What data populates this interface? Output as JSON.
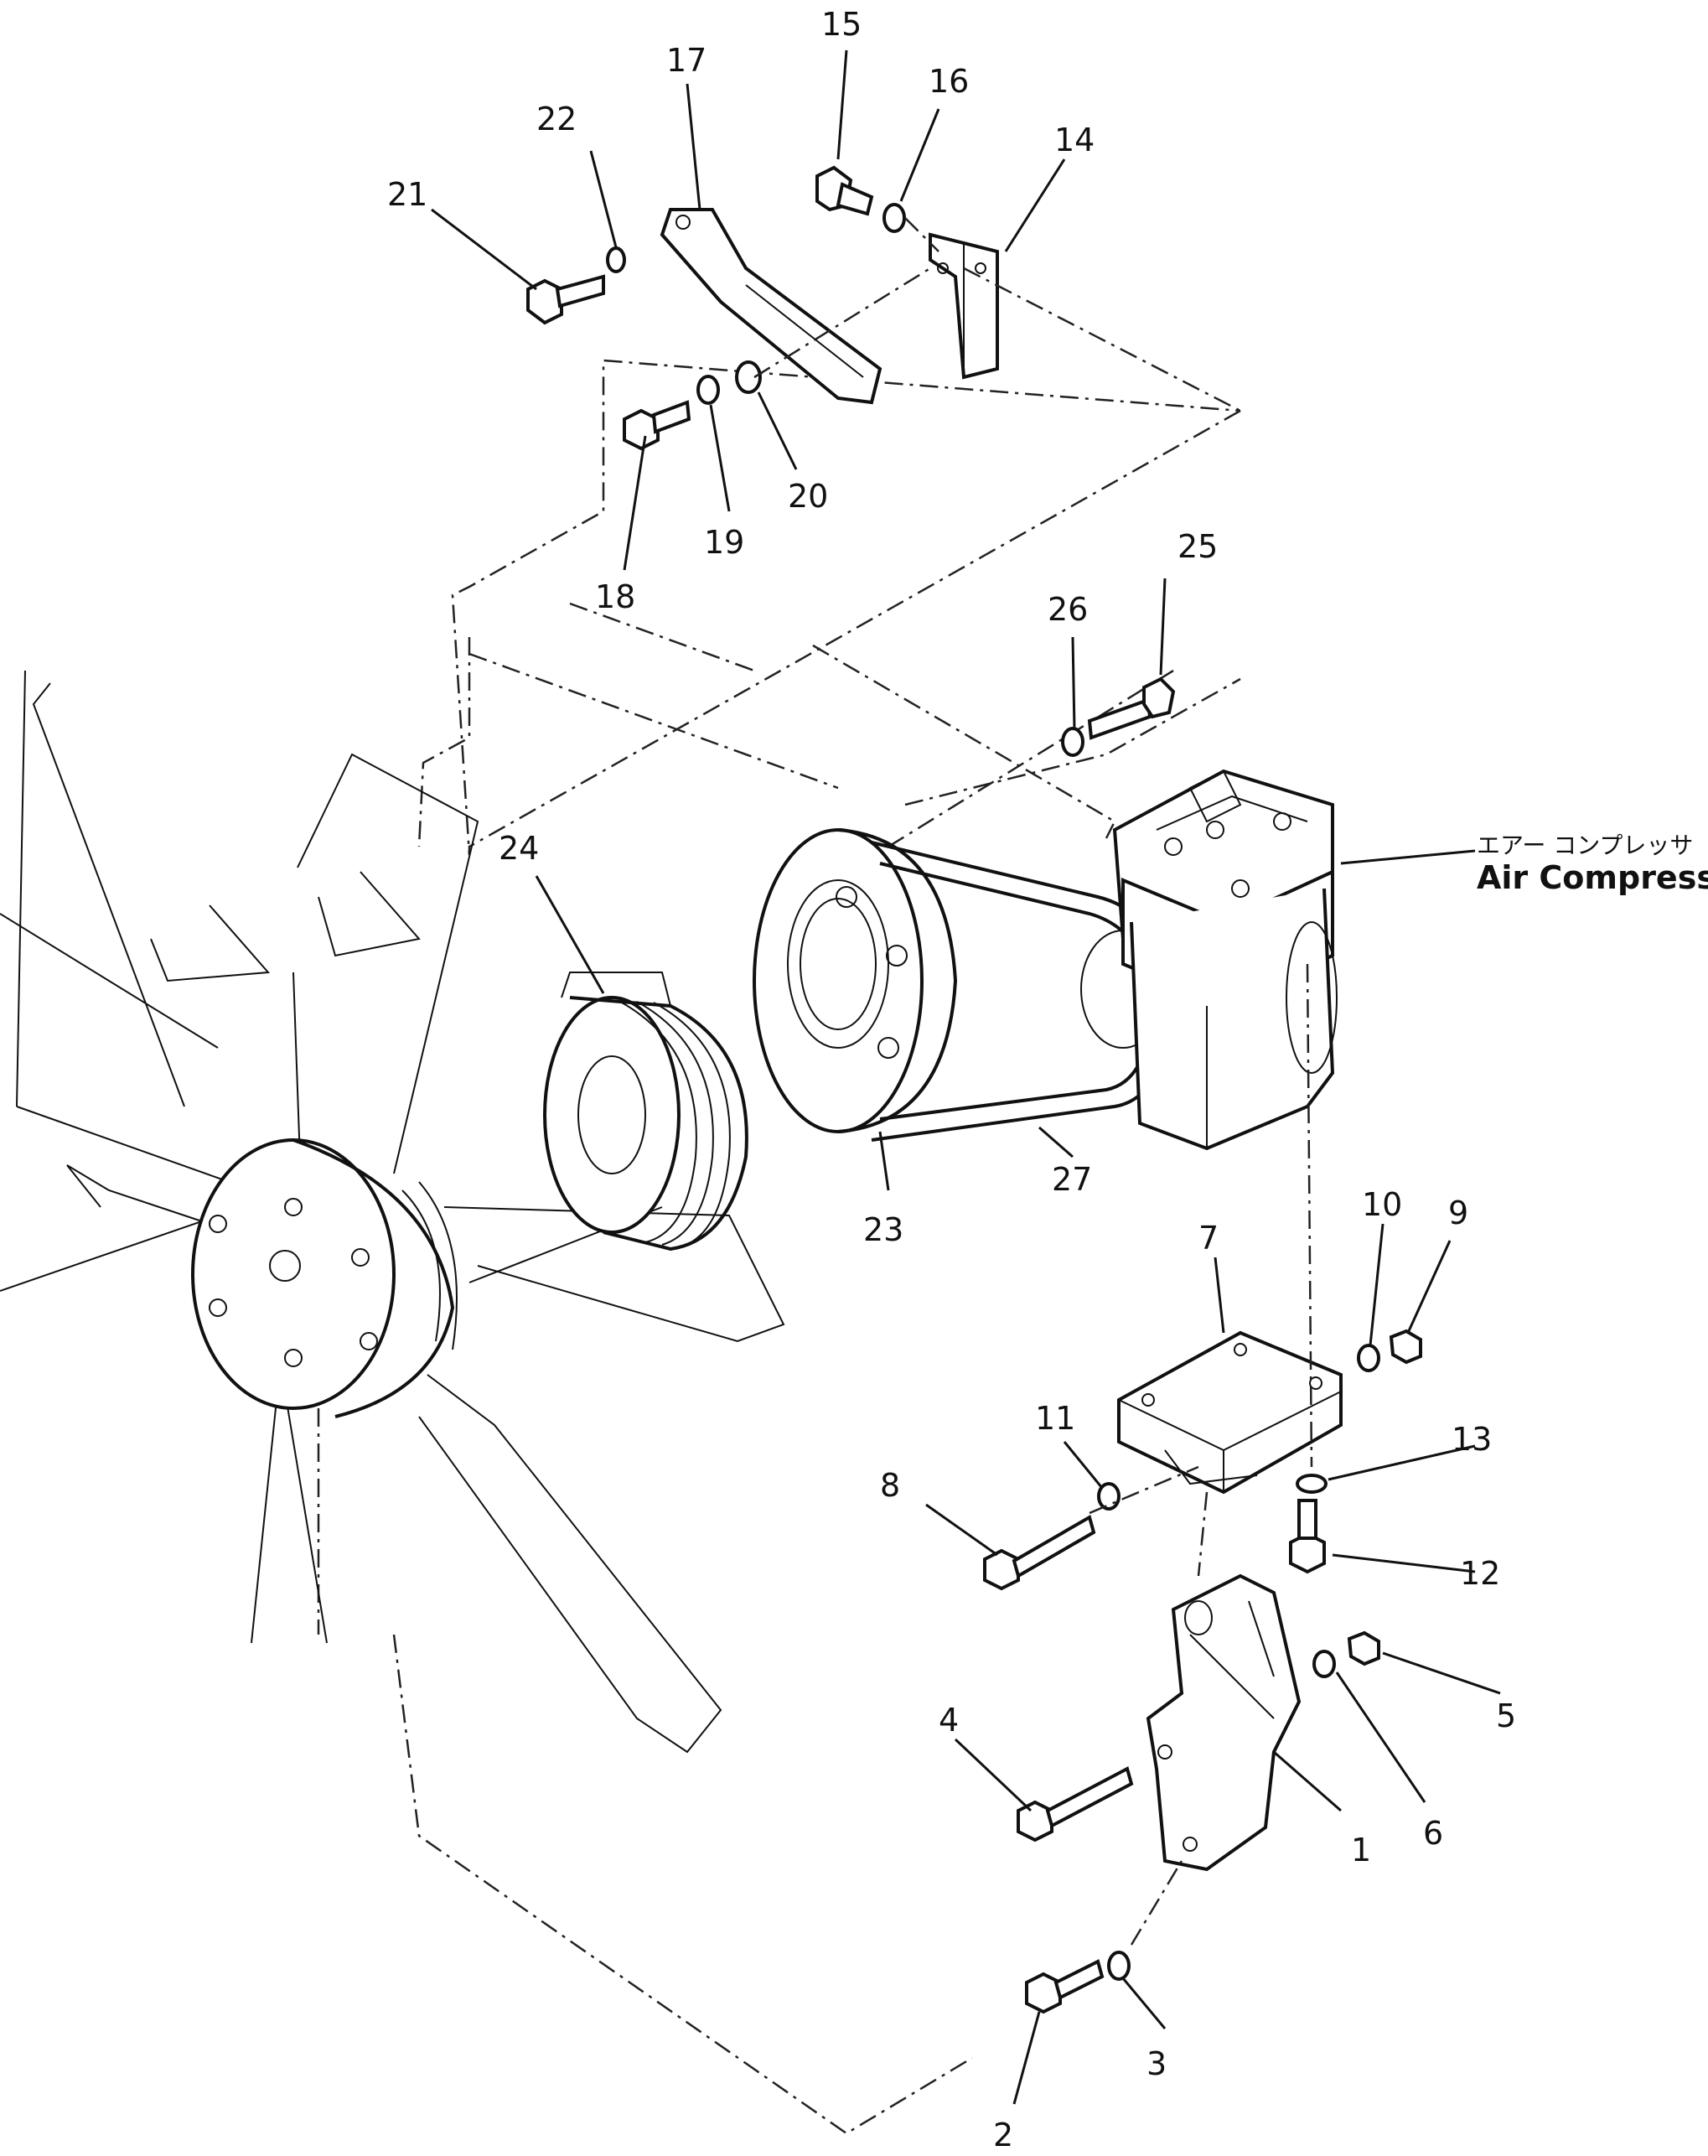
{
  "diagram": {
    "callouts": {
      "p1": "1",
      "p2": "2",
      "p3": "3",
      "p4": "4",
      "p5": "5",
      "p6": "6",
      "p7": "7",
      "p8": "8",
      "p9": "9",
      "p10": "10",
      "p11": "11",
      "p12": "12",
      "p13": "13",
      "p14": "14",
      "p15": "15",
      "p16": "16",
      "p17": "17",
      "p18": "18",
      "p19": "19",
      "p20": "20",
      "p21": "21",
      "p22": "22",
      "p23": "23",
      "p24": "24",
      "p25": "25",
      "p26": "26",
      "p27": "27"
    },
    "component_label": {
      "japanese": "エアー コンプレッサ",
      "english": "Air Compressor"
    }
  }
}
